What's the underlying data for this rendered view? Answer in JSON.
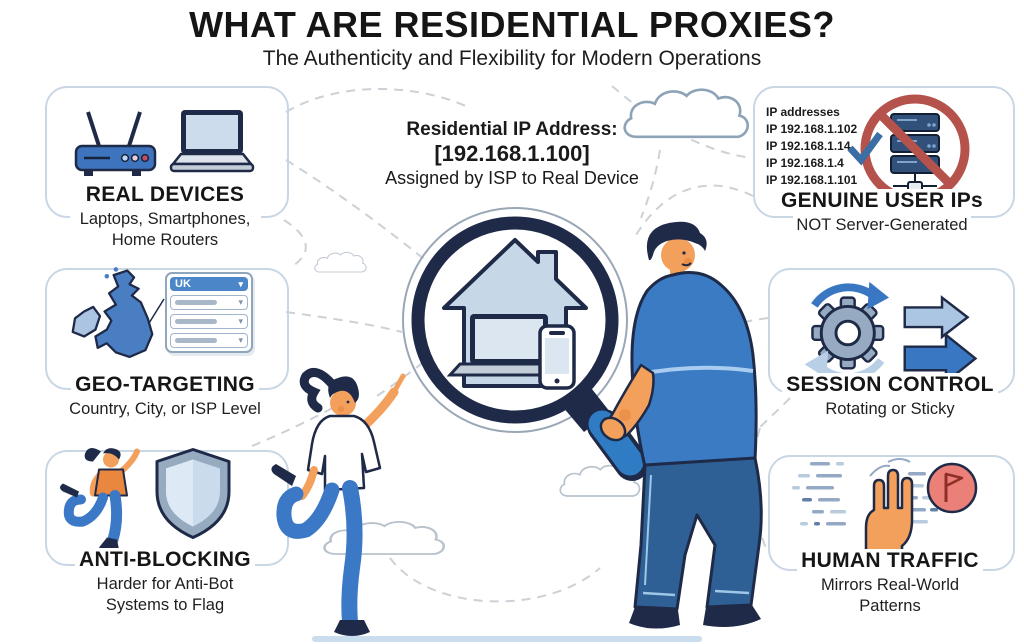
{
  "header": {
    "title": "WHAT ARE RESIDENTIAL PROXIES?",
    "subtitle": "The Authenticity and Flexibility for Modern Operations"
  },
  "center": {
    "ip_heading": "Residential IP Address:",
    "ip_value": "[192.168.1.100]",
    "ip_caption": "Assigned by ISP to Real Device"
  },
  "cards": {
    "real_devices": {
      "title": "REAL DEVICES",
      "subtitle": "Laptops, Smartphones, Home Routers"
    },
    "genuine_user_ips": {
      "title": "GENUINE USER IPs",
      "subtitle": "NOT Server-Generated",
      "ip_list_heading": "IP addresses",
      "ip_list": [
        "IP 192.168.1.102",
        "IP 192.168.1.14",
        "IP 192.168.1.4",
        "IP 192.168.1.101"
      ]
    },
    "geo_targeting": {
      "title": "GEO-TARGETING",
      "subtitle": "Country, City, or ISP Level",
      "dropdown_value": "UK"
    },
    "session_control": {
      "title": "SESSION CONTROL",
      "subtitle": "Rotating or Sticky"
    },
    "anti_blocking": {
      "title": "ANTI-BLOCKING",
      "subtitle": "Harder for Anti-Bot Systems to Flag"
    },
    "human_traffic": {
      "title": "HUMAN TRAFFIC",
      "subtitle": "Mirrors Real-World Patterns"
    }
  },
  "icons": {
    "dropdown_caret": "▾"
  },
  "colors": {
    "primary_blue": "#3a7bc4",
    "dark_navy": "#1e2a47",
    "light_panel_blue": "#c6d7e8",
    "card_border": "#c9d6e4",
    "prohibition_red": "#b5524c",
    "flag_red": "#ea8078",
    "skin_orange": "#f3a05c",
    "check_blue": "#3b6ea5"
  }
}
